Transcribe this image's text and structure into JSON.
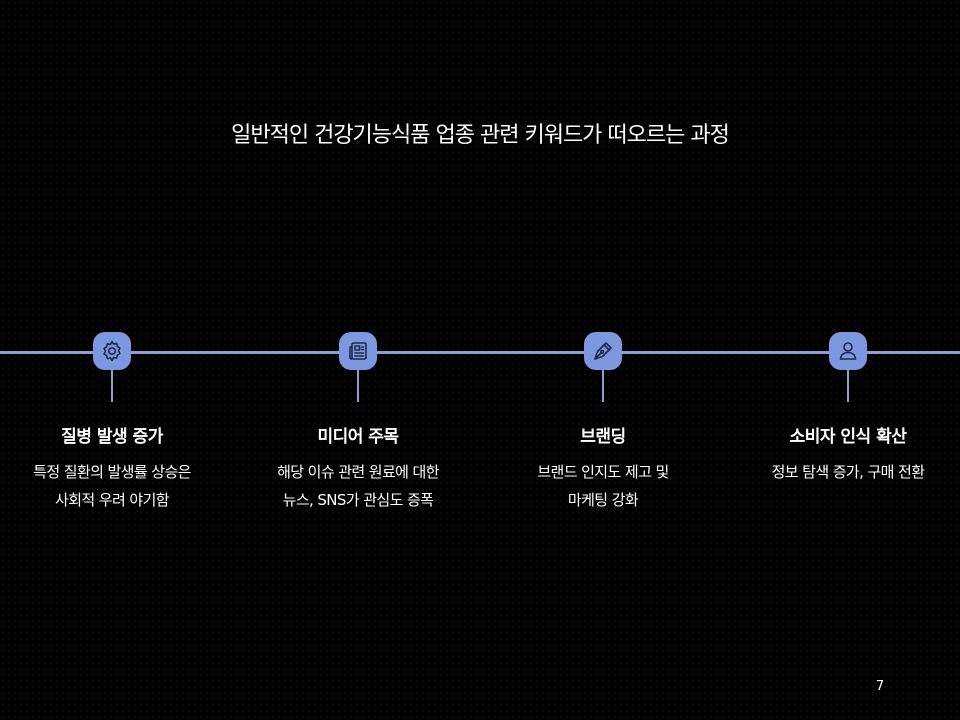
{
  "slide": {
    "title": "일반적인 건강기능식품 업종 관련 키워드가 떠오르는 과정",
    "page_number": "7"
  },
  "colors": {
    "background": "#000000",
    "timeline": "#8ea0cf",
    "node": "#7e98e0",
    "text": "#ffffff"
  },
  "stages": [
    {
      "icon": "gear-icon",
      "title": "질병 발생 증가",
      "desc": [
        "특정 질환의 발생률 상승은",
        "사회적 우려 야기함"
      ]
    },
    {
      "icon": "newspaper-icon",
      "title": "미디어 주목",
      "desc": [
        "해당 이슈 관련 원료에 대한",
        "뉴스, SNS가 관심도 증폭"
      ]
    },
    {
      "icon": "pen-nib-icon",
      "title": "브랜딩",
      "desc": [
        "브랜드 인지도 제고 및",
        "마케팅 강화"
      ]
    },
    {
      "icon": "user-icon",
      "title": "소비자 인식 확산",
      "desc": [
        "정보 탐색 증가, 구매 전환"
      ]
    }
  ]
}
